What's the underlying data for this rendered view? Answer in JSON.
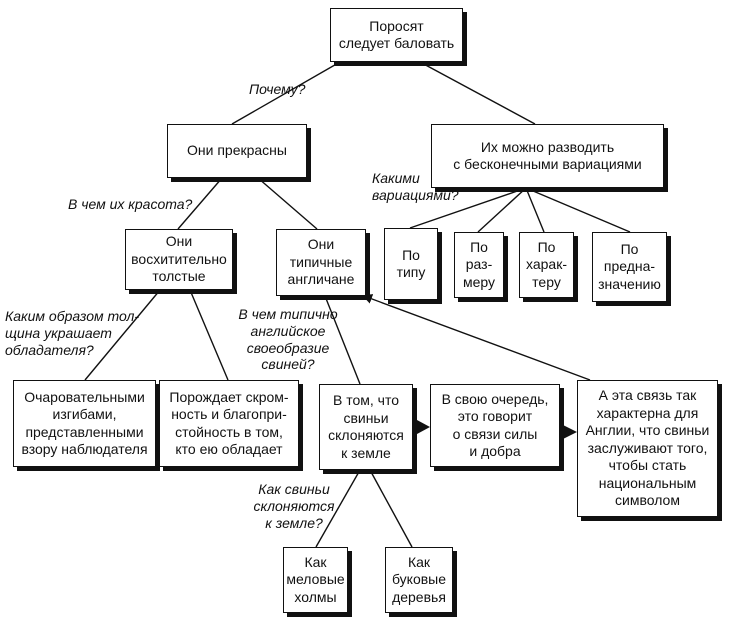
{
  "nodes": {
    "root": "Поросят\nследует баловать",
    "beautiful": "Они прекрасны",
    "variations": "Их можно разводить\nс бесконечными вариациями",
    "fat": "Они\nвосхитительно\nтолстые",
    "english": "Они\nтипичные\nангличане",
    "by_type": "По\nтипу",
    "by_size": "По\nраз-\nмеру",
    "by_character": "По\nхарак-\nтеру",
    "by_purpose": "По\nпредна-\nзначению",
    "curves": "Очаровательными\nизгибами,\nпредставленными\nвзору наблюдателя",
    "modesty": "Порождает скром-\nность и благопри-\nстойность в том,\nкто ею обладает",
    "bow": "В том, что\nсвиньи\nсклоняются\nк земле",
    "strength": "В свою очередь,\nэто говорит\nо связи силы\nи добра",
    "symbol": "А эта связь так\nхарактерна для\nАнглии, что свиньи\nзаслуживают того,\nчтобы стать\nнациональным\nсимволом",
    "chalk": "Как\nмеловые\nхолмы",
    "beech": "Как\nбуковые\nдеревья"
  },
  "questions": {
    "why": "Почему?",
    "what_beauty": "В чем их красота?",
    "which_variations": "Какими\nвариациями?",
    "how_thickness": "Каким образом тол-\nщина украшает\nобладателя?",
    "how_english": "В чем типично\nанглийское\nсвоеобразие\nсвиней?",
    "how_bow": "Как свиньи\nсклоняются\nк земле?"
  }
}
